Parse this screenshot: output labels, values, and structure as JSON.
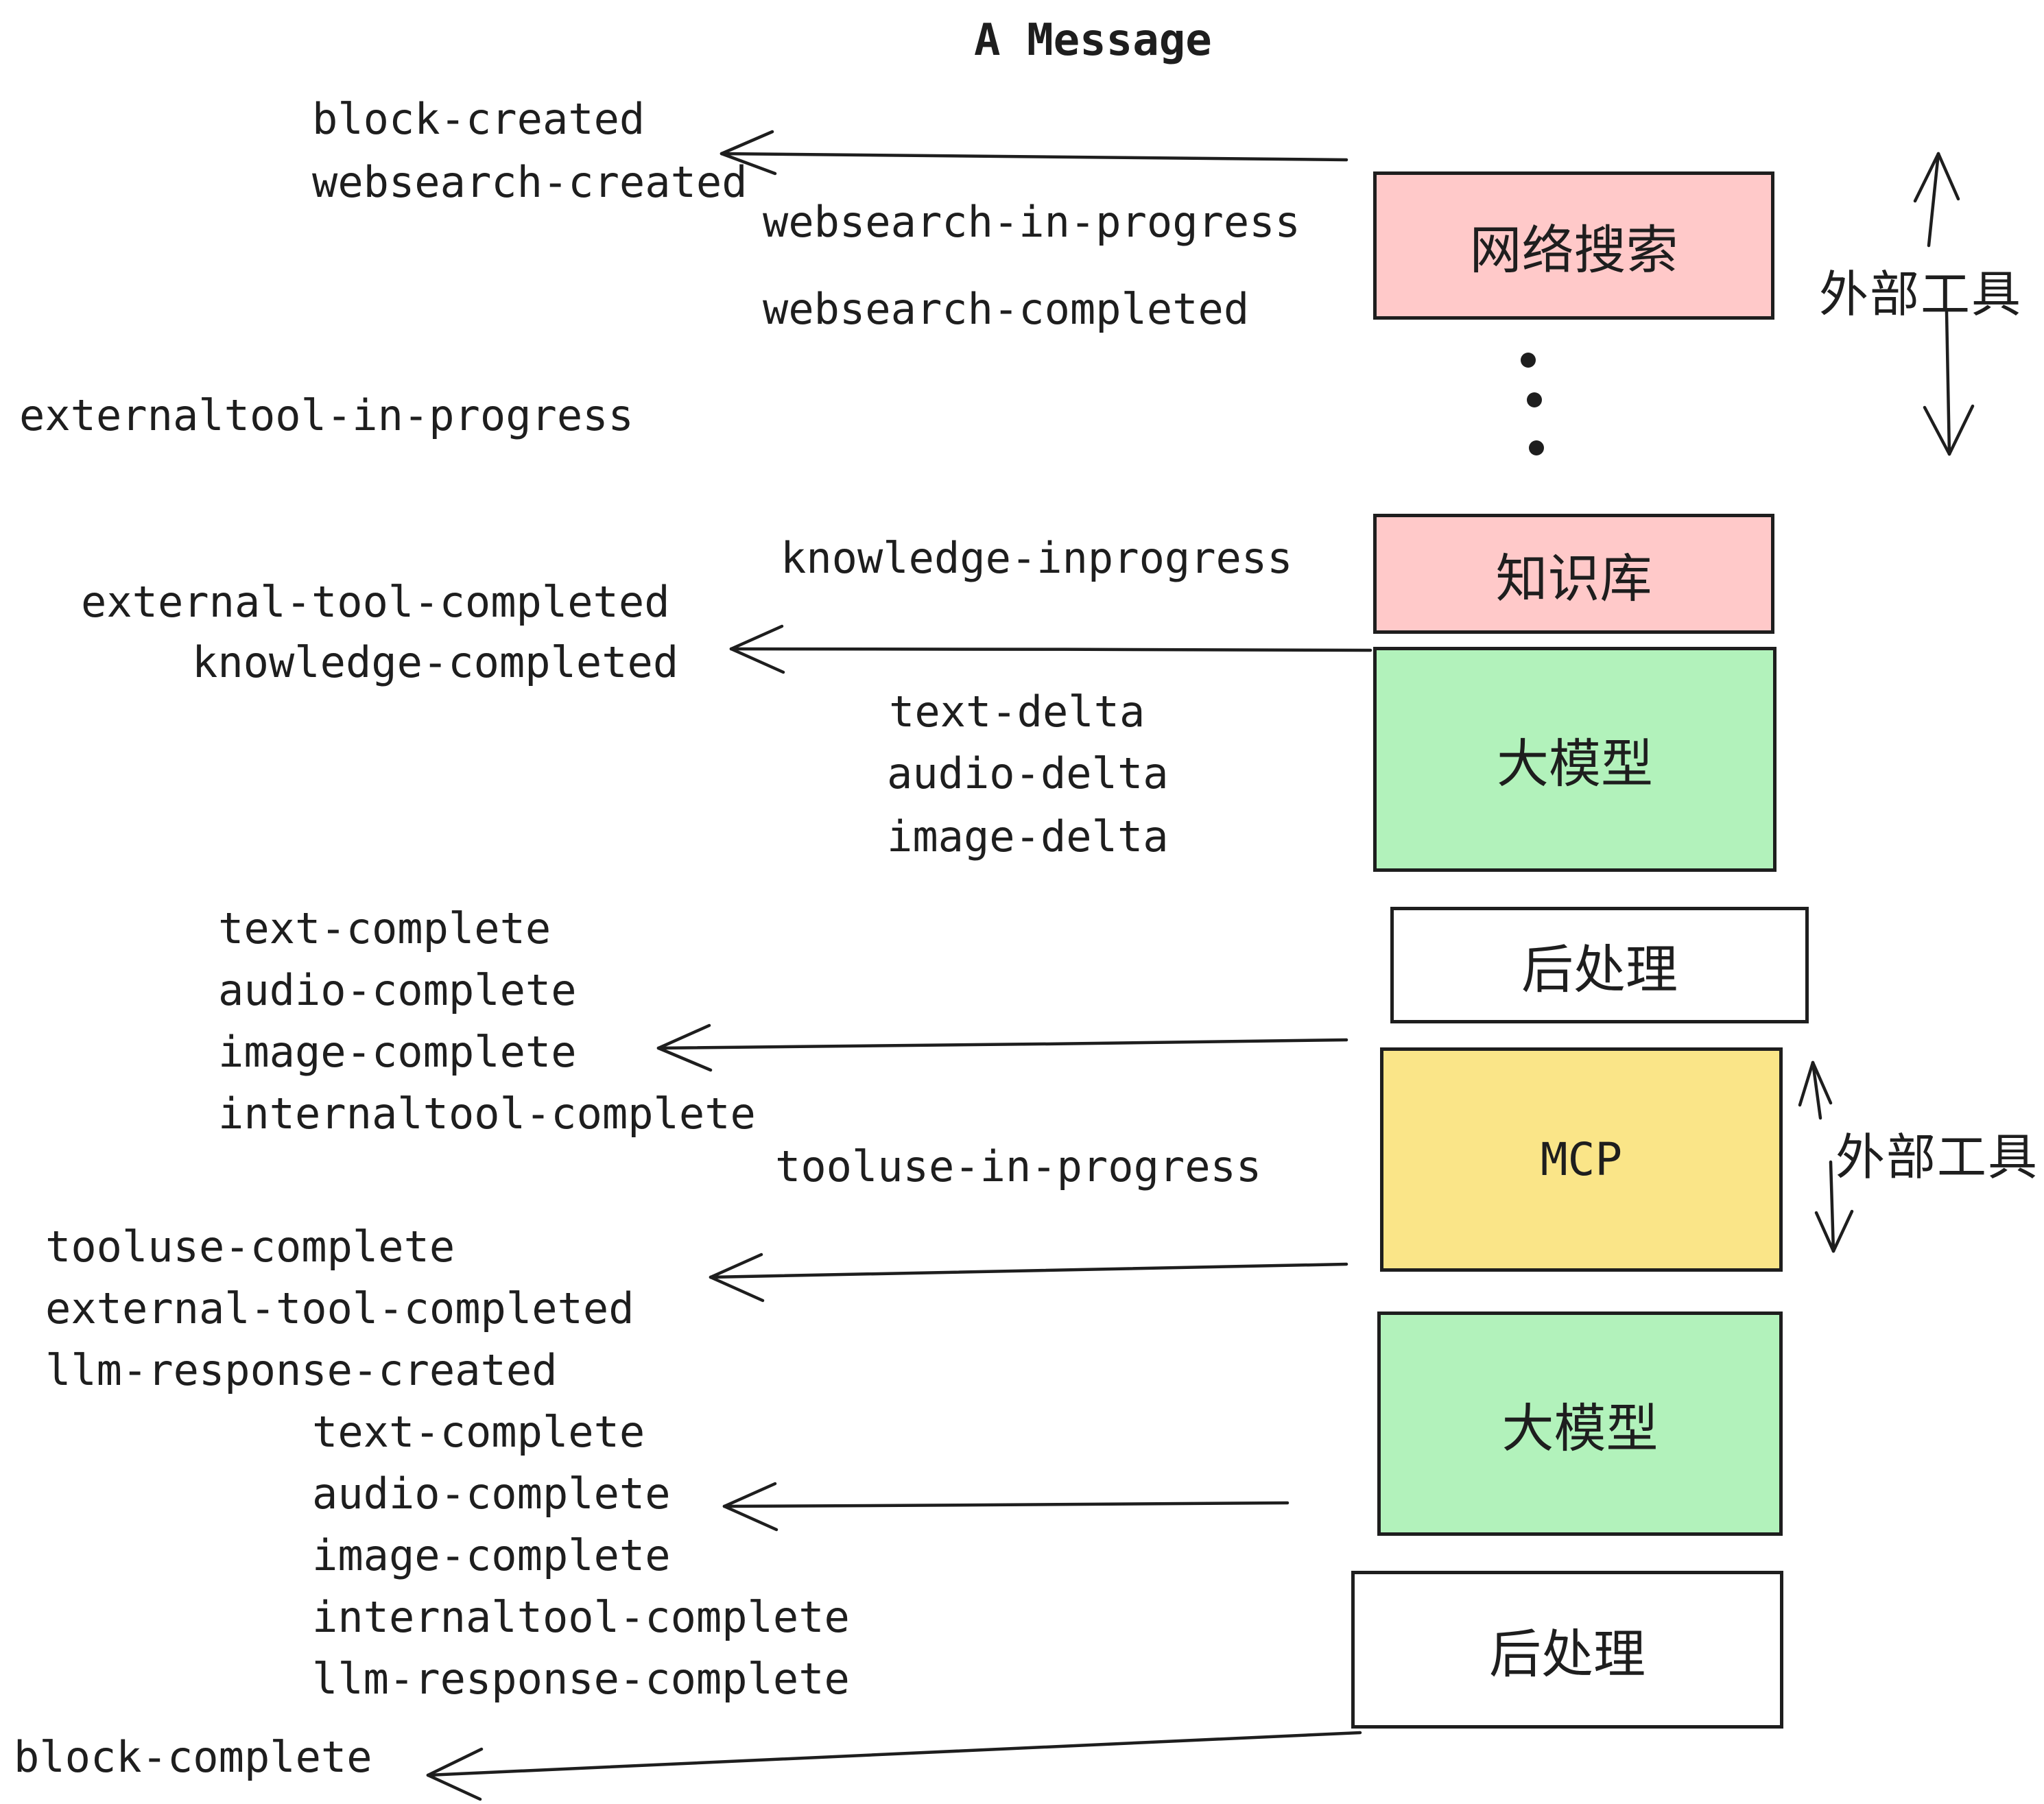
{
  "title": "A Message",
  "colors": {
    "pink": "#ffc9c9",
    "green": "#b2f2bb",
    "yellow": "#fae588",
    "ink": "#1e1e1e",
    "bg": "#ffffff"
  },
  "boxes": [
    {
      "label": "网络搜索"
    },
    {
      "label": "知识库"
    },
    {
      "label": "大模型"
    },
    {
      "label": "后处理"
    },
    {
      "label": "MCP"
    },
    {
      "label": "大模型"
    },
    {
      "label": "后处理"
    }
  ],
  "annotations": [
    {
      "text": "外部工具"
    },
    {
      "text": "外部工具"
    }
  ],
  "events": [
    {
      "text": "block-created"
    },
    {
      "text": "websearch-created"
    },
    {
      "text": "websearch-in-progress"
    },
    {
      "text": "websearch-completed"
    },
    {
      "text": "externaltool-in-progress"
    },
    {
      "text": "knowledge-inprogress"
    },
    {
      "text": "external-tool-completed"
    },
    {
      "text": "knowledge-completed"
    },
    {
      "text": "text-delta"
    },
    {
      "text": "audio-delta"
    },
    {
      "text": "image-delta"
    },
    {
      "text": "text-complete"
    },
    {
      "text": "audio-complete"
    },
    {
      "text": "image-complete"
    },
    {
      "text": "internaltool-complete"
    },
    {
      "text": "tooluse-in-progress"
    },
    {
      "text": "tooluse-complete"
    },
    {
      "text": "external-tool-completed"
    },
    {
      "text": "llm-response-created"
    },
    {
      "text": "text-complete"
    },
    {
      "text": "audio-complete"
    },
    {
      "text": "image-complete"
    },
    {
      "text": "internaltool-complete"
    },
    {
      "text": "llm-response-complete"
    },
    {
      "text": "block-complete"
    }
  ]
}
